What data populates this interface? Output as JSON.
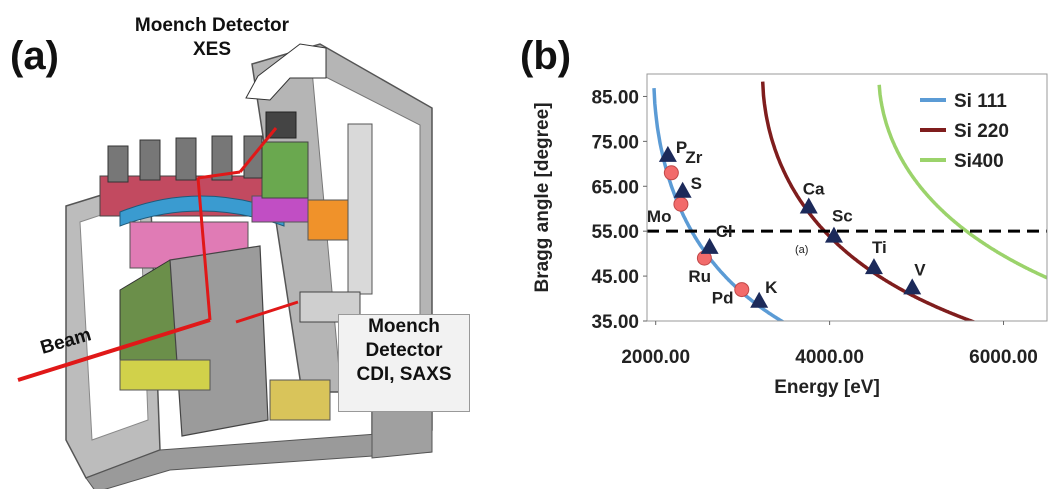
{
  "panel_a": {
    "label": "(a)",
    "callout_xes_line1": "Moench Detector",
    "callout_xes_line2": "XES",
    "callout_cdi_line1": "Moench",
    "callout_cdi_line2": "Detector",
    "callout_cdi_line3": "CDI, SAXS",
    "beam_label": "Beam",
    "colors": {
      "beam": "#e01818",
      "frame": "#a6a6a6",
      "arc": "#3a9bd0",
      "pink": "#e07bb5",
      "orange": "#f0922a",
      "green_stage": "#4e7a36"
    }
  },
  "panel_b": {
    "label": "(b)",
    "small_label": "(a)"
  },
  "chart_data": {
    "type": "line",
    "xlabel": "Energy [eV]",
    "ylabel": "Bragg angle [degree]",
    "xlim": [
      1900,
      6500
    ],
    "ylim": [
      35,
      90
    ],
    "xticks": [
      2000,
      4000,
      6000
    ],
    "xtick_labels": [
      "2000.00",
      "4000.00",
      "6000.00"
    ],
    "yticks": [
      35,
      45,
      55,
      65,
      75,
      85
    ],
    "ytick_labels": [
      "35.00",
      "45.00",
      "55.00",
      "65.00",
      "75.00",
      "85.00"
    ],
    "grid": false,
    "legend_position": "top-right",
    "series": [
      {
        "name": "Si 111",
        "color": "#5b9bd5",
        "d_spacing_A": 3.1356
      },
      {
        "name": "Si 220",
        "color": "#7f1d1d",
        "d_spacing_A": 1.9201
      },
      {
        "name": "Si400",
        "color": "#9bd36b",
        "d_spacing_A": 1.3577
      }
    ],
    "reference_line": {
      "y": 55,
      "style": "dashed",
      "color": "#000000"
    },
    "markers_triangle": [
      {
        "label": "P",
        "x": 2140,
        "y": 72
      },
      {
        "label": "S",
        "x": 2310,
        "y": 64
      },
      {
        "label": "Cl",
        "x": 2620,
        "y": 51.5
      },
      {
        "label": "K",
        "x": 3190,
        "y": 39.5
      },
      {
        "label": "Ca",
        "x": 3760,
        "y": 60.5
      },
      {
        "label": "Sc",
        "x": 4050,
        "y": 54
      },
      {
        "label": "Ti",
        "x": 4510,
        "y": 47
      },
      {
        "label": "V",
        "x": 4950,
        "y": 42.5
      }
    ],
    "markers_circle": [
      {
        "label": "Zr",
        "x": 2180,
        "y": 68
      },
      {
        "label": "Mo",
        "x": 2290,
        "y": 61
      },
      {
        "label": "Ru",
        "x": 2560,
        "y": 49
      },
      {
        "label": "Pd",
        "x": 2990,
        "y": 42
      }
    ],
    "marker_colors": {
      "triangle": "#1c2a5a",
      "circle": "#f26b6b"
    }
  }
}
